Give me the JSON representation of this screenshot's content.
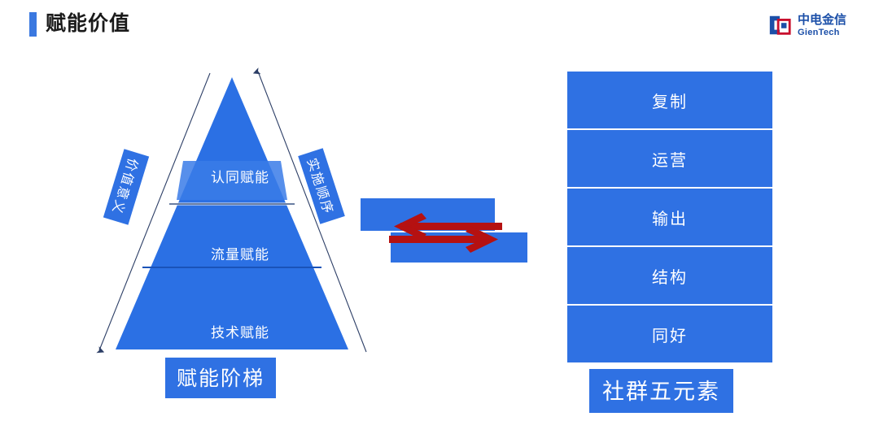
{
  "header": {
    "title": "赋能价值",
    "accent_color": "#3A78E0"
  },
  "logo": {
    "cn": "中电金信",
    "en": "GienTech",
    "icon": "gientech-logo-icon",
    "blue": "#1B4FA8",
    "red": "#C8102E"
  },
  "pyramid": {
    "caption": "赋能阶梯",
    "fill_color": "#2B70E4",
    "tiers": [
      {
        "label": "认同赋能"
      },
      {
        "label": "流量赋能"
      },
      {
        "label": "技术赋能"
      }
    ],
    "side_tags": [
      {
        "label": "价值意义",
        "side": "left",
        "arrow": "arrow-down"
      },
      {
        "label": "实施顺序",
        "side": "right",
        "arrow": "arrow-up"
      }
    ]
  },
  "exchange": {
    "arrow_color": "#B51111",
    "bar_color": "#2F71E3",
    "arrows": [
      {
        "direction": "left",
        "name": "left-arrow"
      },
      {
        "direction": "right",
        "name": "right-arrow"
      }
    ]
  },
  "stack": {
    "caption": "社群五元素",
    "fill_color": "#2F71E3",
    "items": [
      {
        "label": "复制"
      },
      {
        "label": "运营"
      },
      {
        "label": "输出"
      },
      {
        "label": "结构"
      },
      {
        "label": "同好"
      }
    ]
  }
}
